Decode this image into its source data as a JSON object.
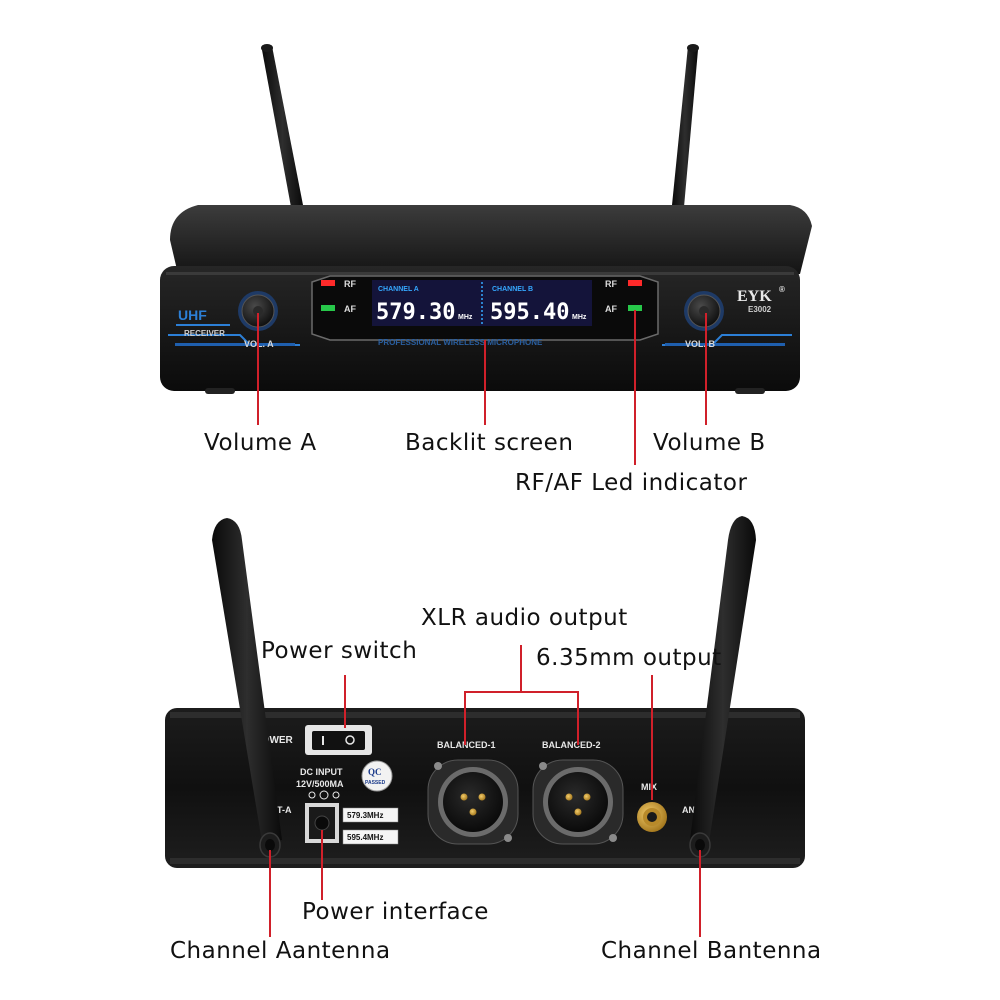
{
  "front": {
    "brand": "UHF",
    "receiver_label": "RECEIVER",
    "logo": "EYK",
    "logo_mark": "®",
    "model": "E3002",
    "vol_a": "VOL. A",
    "vol_b": "VOL. B",
    "strip_text": "PROFESSIONAL WIRELESS MICROPHONE",
    "led_rf": "RF",
    "led_af": "AF",
    "channel_a": {
      "label": "CHANNEL A",
      "freq": "579.30",
      "unit": "MHz"
    },
    "channel_b": {
      "label": "CHANNEL B",
      "freq": "595.40",
      "unit": "MHz"
    }
  },
  "back": {
    "power_label": "POWER",
    "dc_input_line1": "DC INPUT",
    "dc_input_line2": "12V/500MA",
    "qc_line1": "QC",
    "qc_line2": "PASSED",
    "freq_sticker_a": "579.3MHz",
    "freq_sticker_b": "595.4MHz",
    "balanced_1": "BALANCED-1",
    "balanced_2": "BALANCED-2",
    "mix": "MIX",
    "ant_a": "ANT-A",
    "ant_b": "ANT-B"
  },
  "callouts": {
    "volume_a": "Volume A",
    "backlit_screen": "Backlit screen",
    "volume_b": "Volume B",
    "rf_af_led": "RF/AF Led indicator",
    "xlr_output": "XLR audio output",
    "power_switch": "Power switch",
    "jack_output": "6.35mm output",
    "power_interface": "Power interface",
    "channel_a_antenna": "Channel Aantenna",
    "channel_b_antenna": "Channel Bantenna"
  },
  "colors": {
    "callout_line": "#d0202a",
    "lcd_bg": "#14143a",
    "lcd_header": "#35a8ff",
    "led_red": "#ff2a2a",
    "led_green": "#27c84a",
    "accent_blue": "#2c7fd6"
  }
}
